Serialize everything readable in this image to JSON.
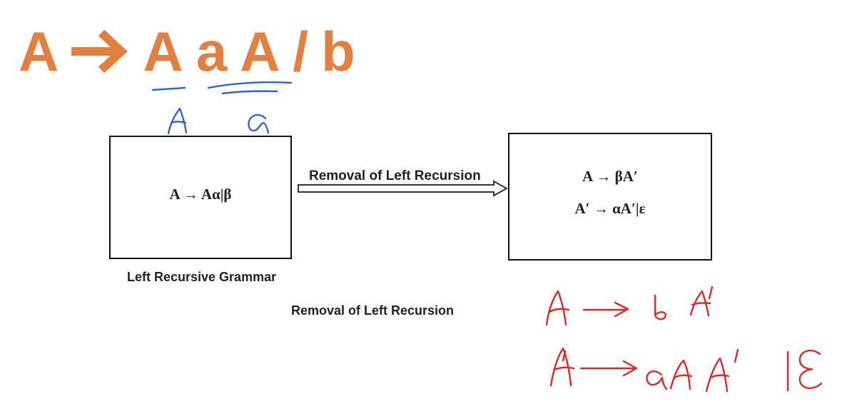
{
  "headline": {
    "lhs": "A",
    "rhs": [
      "A",
      "a",
      "A",
      "/",
      "b"
    ]
  },
  "diagram": {
    "left_box_rule": "A → Aα|β",
    "arrow_label": "Removal of Left Recursion",
    "right_box_rule_1": "A → βA′",
    "right_box_rule_2": "A′ → αA′|ε",
    "left_caption": "Left Recursive Grammar",
    "center_caption": "Removal of Left Recursion"
  },
  "colors": {
    "headline": "#e37f3f",
    "blue_ink": "#2c63d6",
    "red_ink": "#e22525",
    "box_border": "#111111"
  }
}
